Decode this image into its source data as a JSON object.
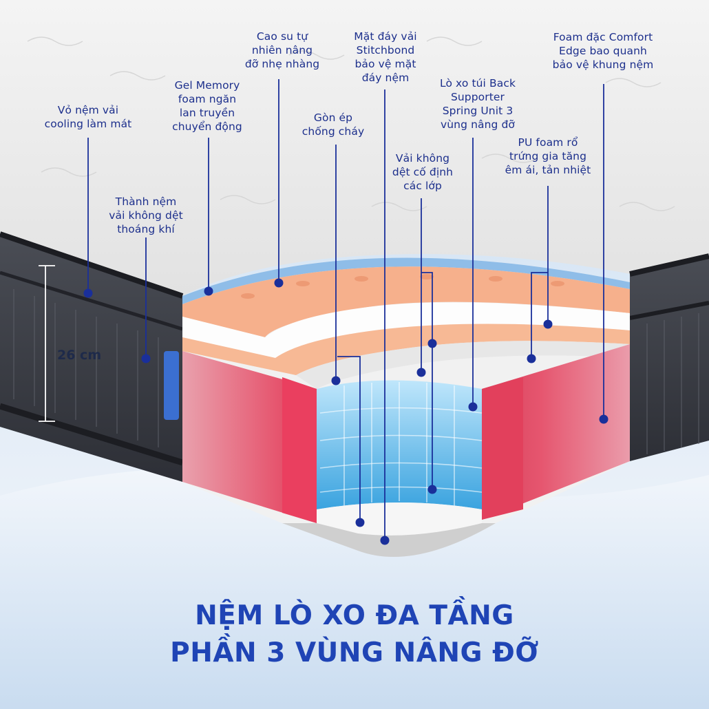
{
  "height_label": "26 cm",
  "title_line_1": "NỆM LÒ XO ĐA TẦNG",
  "title_line_2": "PHẦN 3 VÙNG NÂNG ĐỠ",
  "callouts": [
    {
      "id": "cover",
      "text": "Vỏ nệm vải\ncooling làm mát"
    },
    {
      "id": "border",
      "text": "Thành nệm\nvải không dệt\nthoáng khí"
    },
    {
      "id": "gel",
      "text": "Gel Memory\nfoam ngăn\nlan truyền\nchuyển động"
    },
    {
      "id": "latex",
      "text": "Cao su tự\nnhiên nâng\nđỡ nhẹ nhàng"
    },
    {
      "id": "fiber",
      "text": "Gòn ép\nchống cháy"
    },
    {
      "id": "bottom",
      "text": "Mặt đáy vải\nStitchbond\nbảo vệ mặt\nđáy nệm"
    },
    {
      "id": "nonwoven",
      "text": "Vải không\ndệt cố định\ncác lớp"
    },
    {
      "id": "spring",
      "text": "Lò xo túi Back\nSupporter\nSpring Unit 3\nvùng nâng đỡ"
    },
    {
      "id": "pufoam",
      "text": "PU foam rổ\ntrứng gia tăng\nêm ái, tản nhiệt"
    },
    {
      "id": "edge",
      "text": "Foam đặc Comfort\nEdge bao quanh\nbảo vệ khung nệm"
    }
  ],
  "colors": {
    "accent": "#1f44b5",
    "callout_text": "#1c2f8c",
    "leader_line": "#1a2f9a",
    "edge_foam": "#e8566e",
    "comfort_foam": "#f6b08c",
    "spring_blue": "#6fc4ec"
  }
}
